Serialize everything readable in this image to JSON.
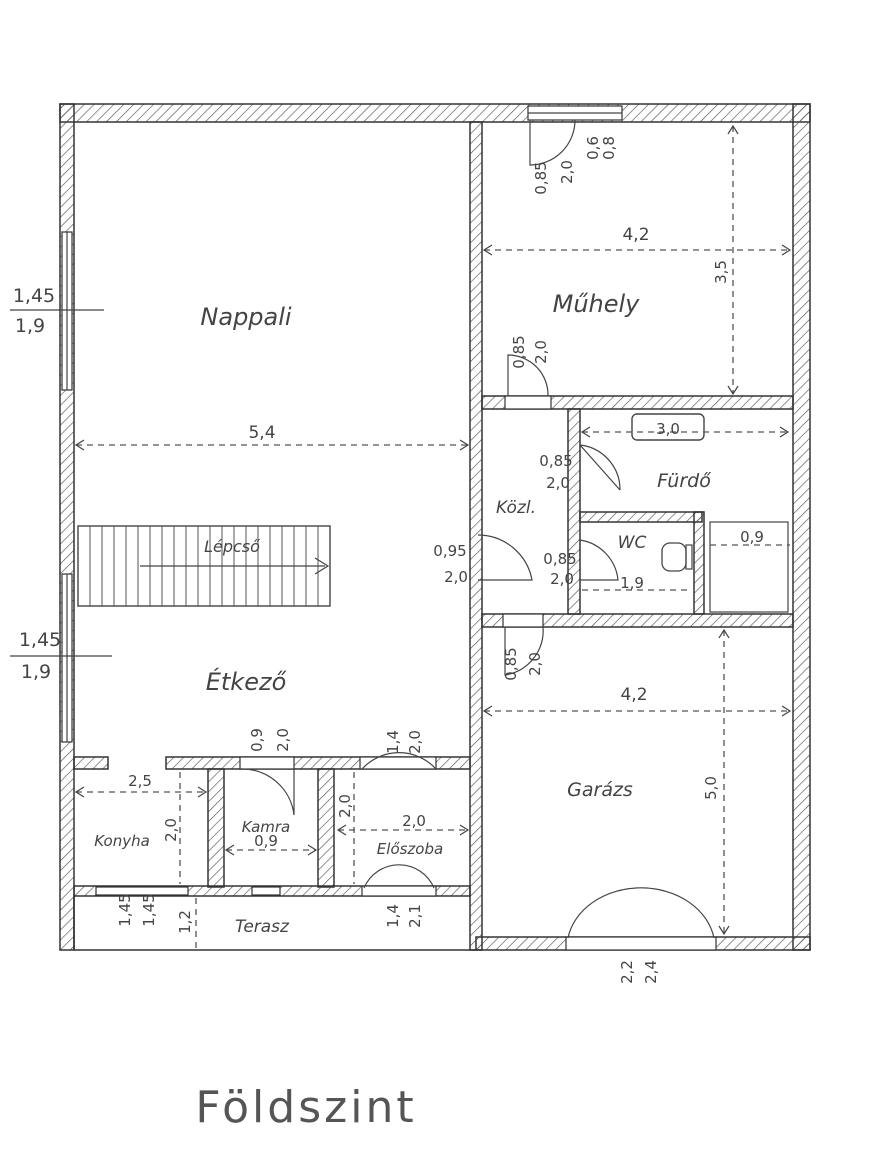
{
  "title": "Földszint",
  "rooms": {
    "nappali": "Nappali",
    "muhely": "Műhely",
    "furdo": "Fürdő",
    "kozl": "Közl.",
    "wc": "WC",
    "lepcso": "Lépcső",
    "etkezo": "Étkező",
    "garazs": "Garázs",
    "konyha": "Konyha",
    "kamra": "Kamra",
    "eloszoba": "Előszoba",
    "terasz": "Terasz"
  },
  "dimensions": {
    "nappali_width": "5,4",
    "muhely_width": "4,2",
    "muhely_depth": "3,5",
    "garazs_width": "4,2",
    "garazs_depth": "5,0",
    "konyha_width": "2,5",
    "konyha_depth": "2,0",
    "kamra_width": "0,9",
    "eloszoba_width": "2,0",
    "eloszoba_depth": "2,0",
    "terasz_depth": "1,2",
    "wc_width": "1,9",
    "bath_tub": "3,0",
    "bath_fixture": "0,9"
  },
  "openings": {
    "win_top_a": "0,6",
    "win_top_b": "0,8",
    "door_muhely_w": "0,85",
    "door_muhely_h": "2,0",
    "win_left_top_w": "1,45",
    "win_left_top_h": "1,9",
    "win_left_mid_w": "1,45",
    "win_left_mid_h": "1,9",
    "door_furdo_w": "0,85",
    "door_furdo_h": "2,0",
    "door_kozl_w": "0,95",
    "door_kozl_h": "2,0",
    "door_wc_w": "0,85",
    "door_wc_h": "2,0",
    "door_garazs_w": "0,85",
    "door_garazs_h": "2,0",
    "door_kamra_w": "0,9",
    "door_kamra_h": "2,0",
    "door_eloszoba_w": "1,4",
    "door_eloszoba_h": "2,0",
    "door_front_w": "1,4",
    "door_front_h": "2,1",
    "door_terasz_w": "1,45",
    "door_terasz_h": "1,45",
    "garage_door_w": "2,2",
    "garage_door_h": "2,4"
  }
}
